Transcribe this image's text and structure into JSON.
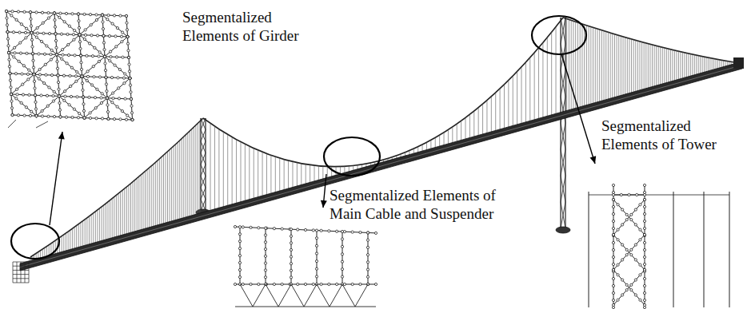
{
  "diagram": {
    "labels": [
      "Segmentalized Elements of Girder",
      "Segmentalized Elements of Main Cable and Suspender",
      "Segmentalized Elements of Tower"
    ]
  }
}
